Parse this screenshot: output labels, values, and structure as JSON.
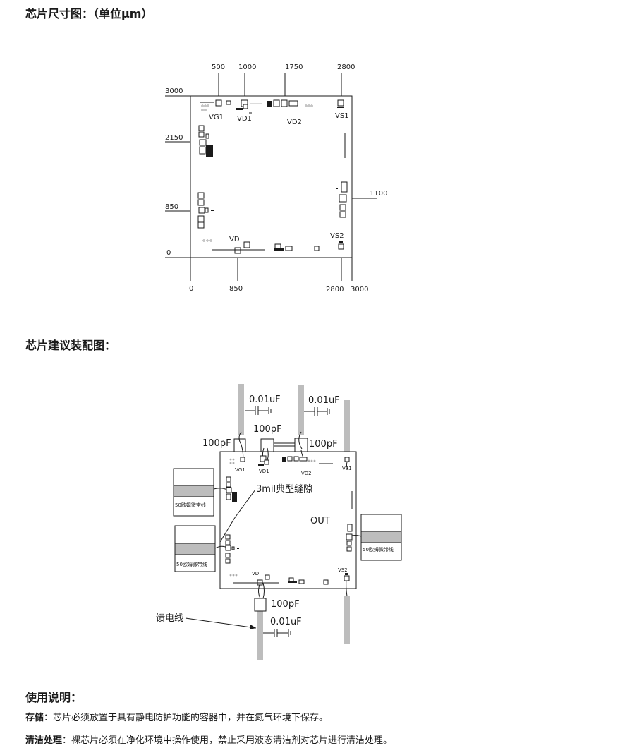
{
  "section1": {
    "title": "芯片尺寸图：（单位μm）",
    "top_x_labels": [
      "500",
      "1000",
      "1750",
      "2800"
    ],
    "bottom_x_labels": [
      "0",
      "850",
      "2800",
      "3000"
    ],
    "left_y_labels": [
      "3000",
      "2150",
      "850",
      "0"
    ],
    "right_y_label": "1100",
    "pad_labels": {
      "vg1": "VG1",
      "vd1": "VD1",
      "vd2": "VD2",
      "vs1": "VS1",
      "vd": "VD",
      "vs2": "VS2"
    }
  },
  "section2": {
    "title": "芯片建议装配图：",
    "cap_labels": {
      "c_001_a": "0.01uF",
      "c_001_b": "0.01uF",
      "c_001_c": "0.01uF",
      "c_100_center": "100pF",
      "c_100_left": "100pF",
      "c_100_right": "100pF",
      "c_100_bottom": "100pF"
    },
    "gap_note": "3mil典型缝隙",
    "out_label": "OUT",
    "microstrip_label": "50欧姆微带线",
    "feed_line_label": "馈电线",
    "pad_labels": {
      "vg1": "VG1",
      "vd1": "VD1",
      "vd2": "VD2",
      "vs1": "VS1",
      "vd": "VD",
      "vs2": "VS2"
    }
  },
  "section3": {
    "title": "使用说明：",
    "storage_label": "存储",
    "storage_text": "：芯片必须放置于具有静电防护功能的容器中，并在氮气环境下保存。",
    "cleaning_label": "清洁处理",
    "cleaning_text": "：裸芯片必须在净化环境中操作使用，禁止采用液态清洁剂对芯片进行清洁处理。"
  }
}
